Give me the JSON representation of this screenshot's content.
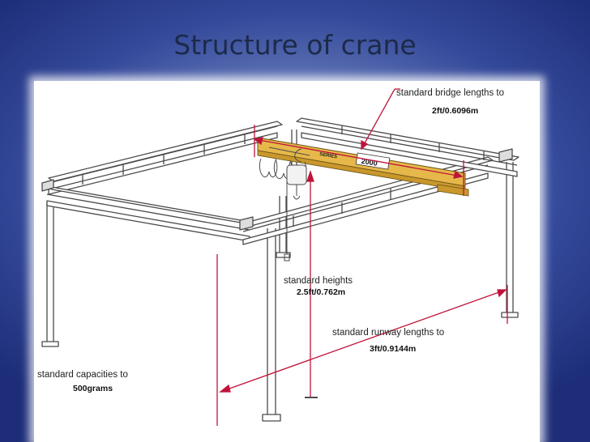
{
  "slide": {
    "title": "Structure of crane"
  },
  "labels": {
    "bridge": {
      "caption": "standard bridge lengths to",
      "value": "2ft/0.6096m"
    },
    "height": {
      "caption": "standard heights",
      "value": "2.5ft/0.762m"
    },
    "runway": {
      "caption": "standard runway lengths to",
      "value": "3ft/0.9144m"
    },
    "capacity": {
      "caption": "standard capacities to",
      "value": "500grams"
    }
  },
  "bridge_plate": {
    "capacity_text": "2000",
    "model_text": "SERIES"
  },
  "colors": {
    "frame_stroke": "#4a4a4a",
    "bridge_beam": "#e6b84a",
    "dimension_lines": "#c0133a",
    "title": "#1c2a4a"
  }
}
